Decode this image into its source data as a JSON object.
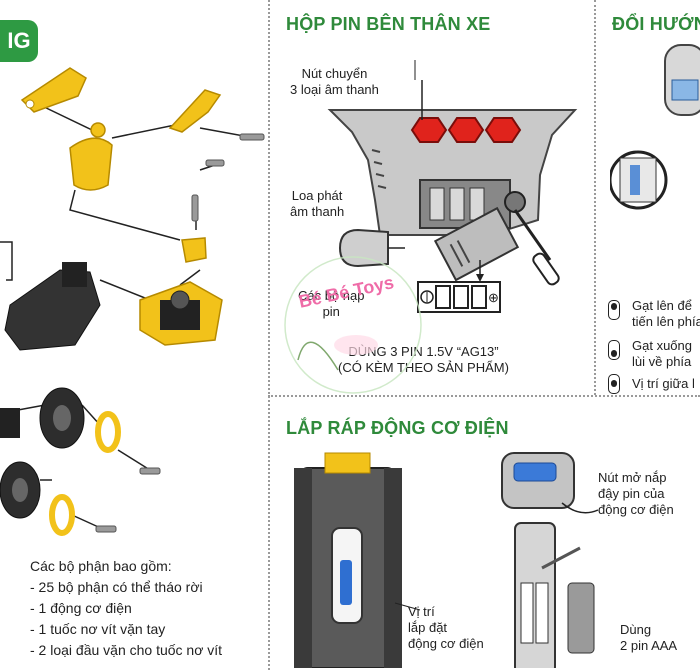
{
  "left_panel": {
    "tag_text": "IG",
    "parts_list": {
      "title": "Các bộ phận bao gồm:",
      "items": [
        "- 25 bộ phận có thể tháo rời",
        "- 1 động cơ điện",
        "- 1 tuốc nơ vít vặn tay",
        "- 2 loại đầu vặn cho tuốc nơ vít"
      ]
    }
  },
  "battery_section": {
    "title": "HỘP PIN BÊN THÂN XE",
    "sound_button_label": [
      "Nút chuyển",
      "3 loại âm thanh"
    ],
    "speaker_label": [
      "Loa phát",
      "âm thanh"
    ],
    "battery_slot_label": [
      "Các bộ nạp",
      "pin"
    ],
    "battery_note": [
      "DÙNG 3 PIN 1.5V “AG13”",
      "(CÓ KÈM THEO SẢN PHẨM)"
    ]
  },
  "direction_section": {
    "title": "ĐỔI HƯỚNG",
    "items": [
      [
        "Gạt lên để",
        "tiến lên phía"
      ],
      [
        "Gạt xuống",
        "lùi về phía"
      ],
      [
        "Vị trí giữa l"
      ]
    ]
  },
  "motor_section": {
    "title": "LẮP RÁP ĐỘNG CƠ ĐIỆN",
    "open_button_label": [
      "Nút mở nắp",
      "đậy pin của",
      "động cơ điện"
    ],
    "position_label": [
      "Vị trí",
      "lắp đặt",
      "động cơ điện"
    ],
    "battery_label": [
      "Dùng",
      "2 pin AAA"
    ]
  },
  "watermark": {
    "brand": "Bé Bé Toys"
  },
  "colors": {
    "header_green": "#2f8a3b",
    "tag_green": "#2e9a43",
    "part_yellow": "#f2c21a",
    "button_red": "#e0231c",
    "body_gray": "#c9c9c9"
  }
}
